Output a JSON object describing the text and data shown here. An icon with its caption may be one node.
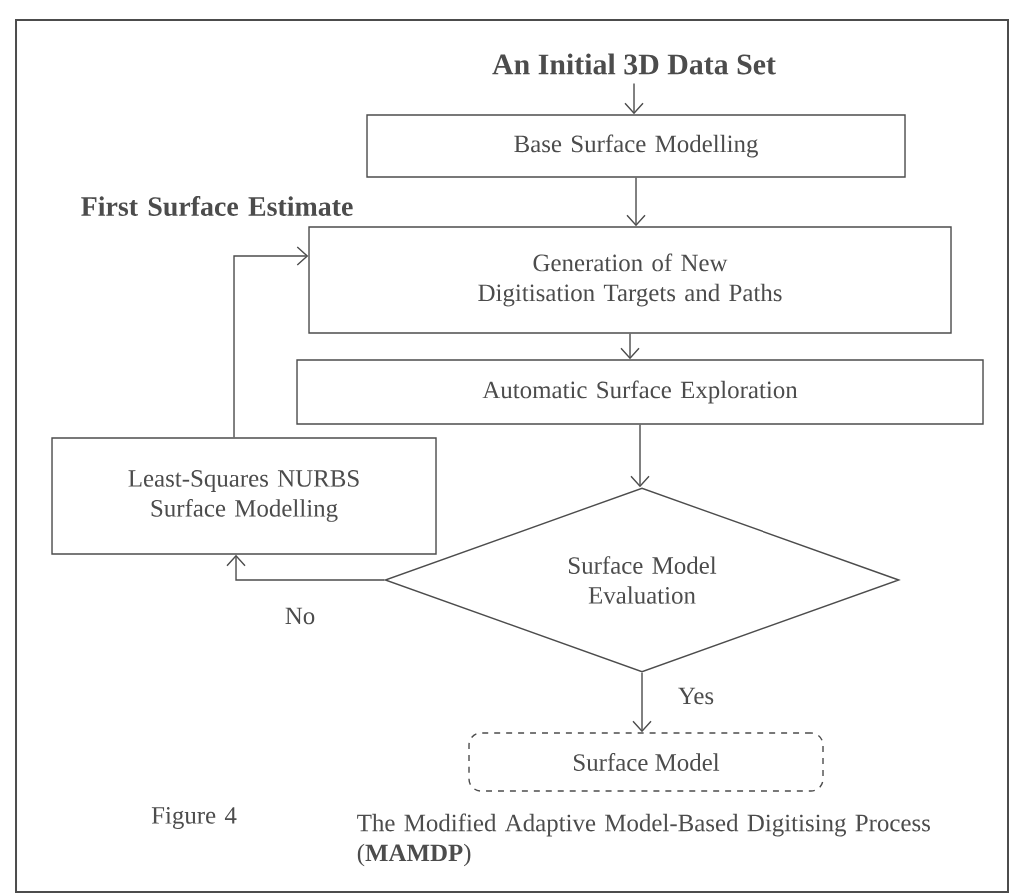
{
  "diagram": {
    "nodes": [
      {
        "text": [
          "An Initial 3D Data Set"
        ]
      },
      {
        "text": [
          "Base Surface Modelling"
        ]
      },
      {
        "text": [
          "Generation of New Digitisation Targets and Paths"
        ]
      },
      {
        "text": [
          "Automatic Surface Exploration"
        ]
      },
      {
        "text": [
          "Least-Squares NURBS Surface Modelling"
        ]
      },
      {
        "text": [
          "Surface Model Evaluation"
        ]
      },
      {
        "text": [
          "Surface Model"
        ]
      }
    ],
    "edges": [
      {
        "from": 0,
        "to": 1,
        "arrow": "to"
      },
      {
        "from": 1,
        "to": 2,
        "arrow": "to"
      },
      {
        "from": 2,
        "to": 3,
        "arrow": "to"
      },
      {
        "from": 3,
        "to": 5,
        "arrow": "to"
      },
      {
        "from": 5,
        "to": 4,
        "arrow": "to",
        "label": "No"
      },
      {
        "from": 4,
        "to": 2,
        "arrow": "to"
      },
      {
        "from": 5,
        "to": 6,
        "arrow": "to",
        "label": "Yes"
      }
    ],
    "labels": [
      "First Surface Estimate",
      "Figure 4",
      "The Modified Adaptive Model-Based Digitising Process (**MAMDP**)"
    ]
  }
}
